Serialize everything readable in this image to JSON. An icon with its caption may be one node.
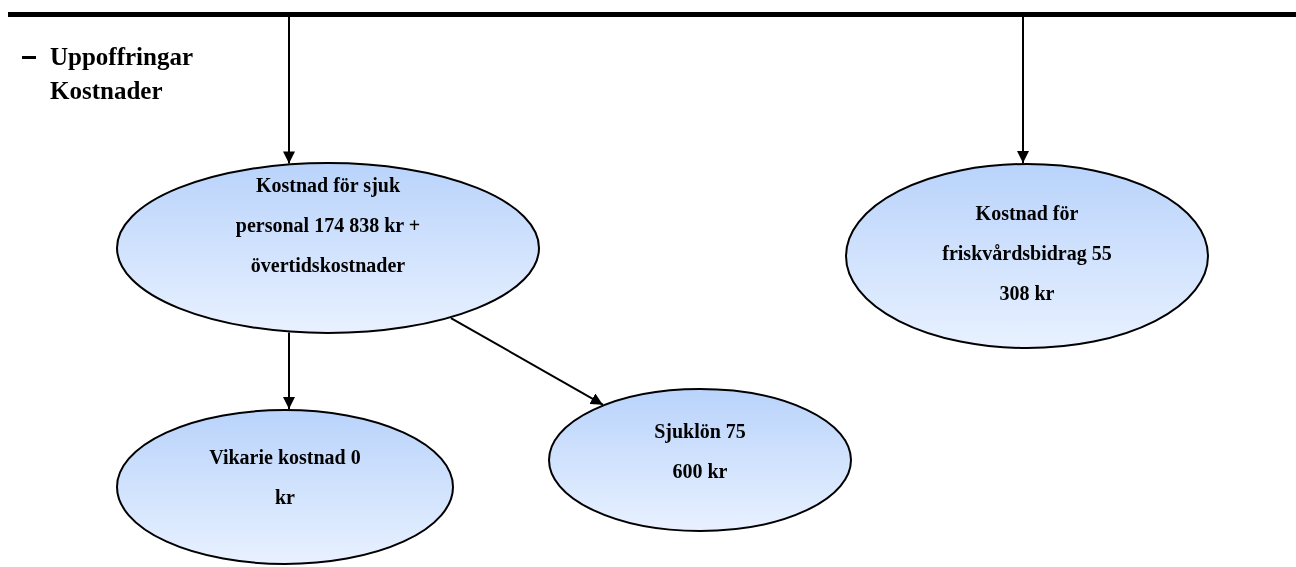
{
  "diagram": {
    "nodes": [
      {
        "text": [],
        "shape": "bar"
      },
      {
        "text": [
          "Kostnad för sjuk personal 174 838 kr + övertidskostnader"
        ]
      },
      {
        "text": [
          "Vikarie kostnad 0 kr"
        ]
      },
      {
        "text": [
          "Sjuklön 75 600 kr"
        ]
      },
      {
        "text": [
          "Kostnad för friskvårdsbidrag 55 308 kr"
        ]
      }
    ],
    "edges": [
      {
        "from": 0,
        "to": 1,
        "arrow": "to"
      },
      {
        "from": 0,
        "to": 4,
        "arrow": "to"
      },
      {
        "from": 1,
        "to": 2,
        "arrow": "to"
      },
      {
        "from": 1,
        "to": 3,
        "arrow": "to"
      }
    ],
    "labels": [
      "Uppoffringar Kostnader"
    ]
  }
}
